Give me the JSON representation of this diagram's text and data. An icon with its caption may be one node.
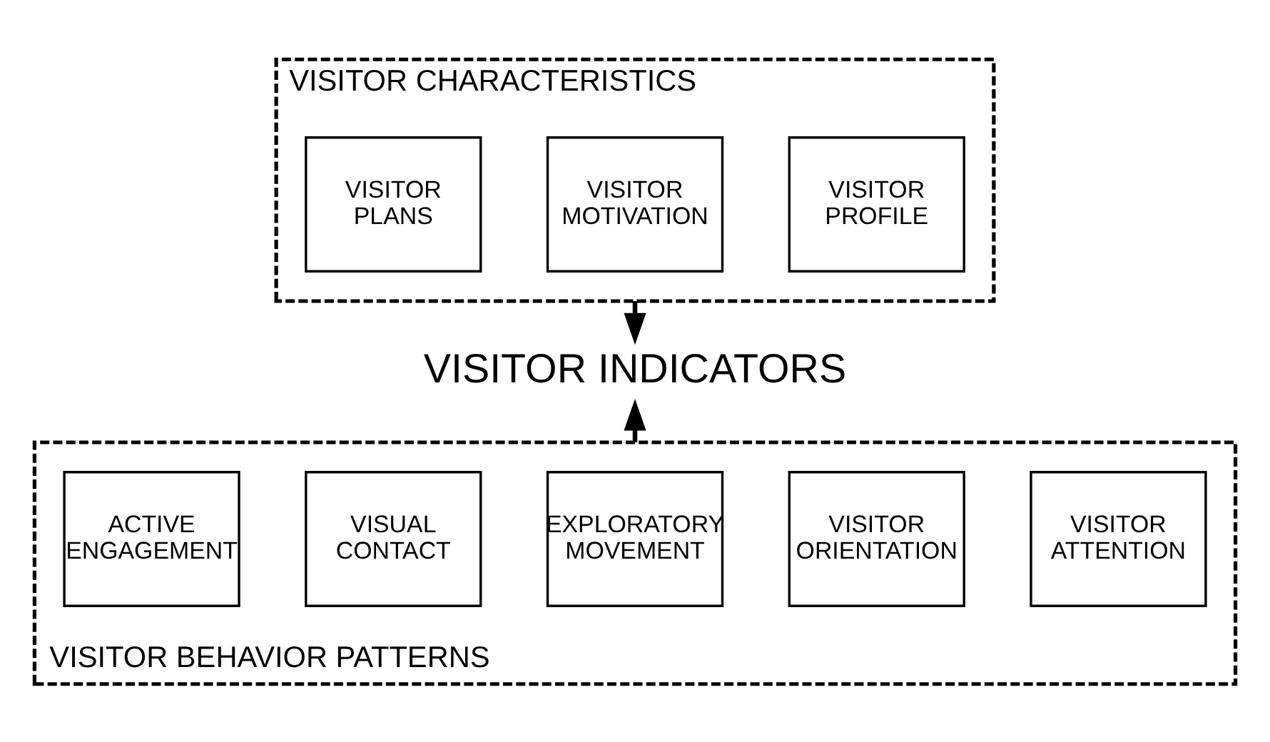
{
  "diagram": {
    "nodes": [
      {
        "text": [
          "VISITOR CHARACTERISTICS"
        ]
      },
      {
        "text": [
          "VISITOR PROFILE"
        ],
        "in": 0
      },
      {
        "text": [
          "VISITOR MOTIVATION"
        ],
        "in": 0
      },
      {
        "text": [
          "VISITOR PLANS"
        ],
        "in": 0
      },
      {
        "text": [
          "VISITOR INDICATORS"
        ]
      },
      {
        "text": [
          "VISITOR BEHAVIOR PATTERNS"
        ]
      },
      {
        "text": [
          "VISITOR ATTENTION"
        ],
        "in": 5
      },
      {
        "text": [
          "VISITOR ORIENTATION"
        ],
        "in": 5
      },
      {
        "text": [
          "EXPLORATORY MOVEMENT"
        ],
        "in": 5
      },
      {
        "text": [
          "VISUAL CONTACT"
        ],
        "in": 5
      },
      {
        "text": [
          "ACTIVE ENGAGEMENT"
        ],
        "in": 5
      }
    ],
    "edges": [
      {
        "from": 0,
        "to": 4,
        "arrow": "to"
      },
      {
        "from": 5,
        "to": 4,
        "arrow": "to"
      }
    ]
  }
}
